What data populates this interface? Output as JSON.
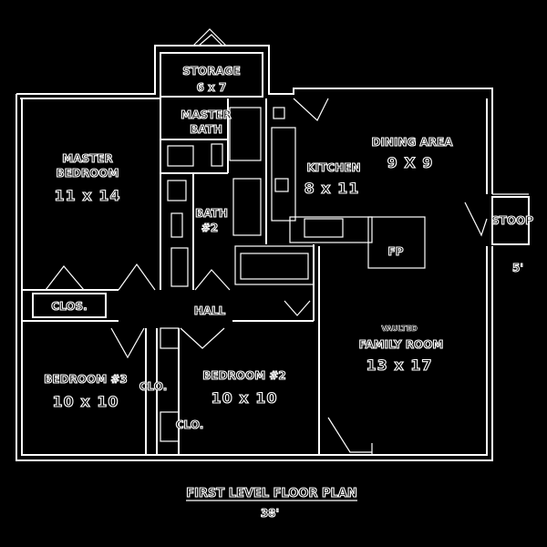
{
  "plan": {
    "title": "FIRST LEVEL FLOOR PLAN",
    "width_dim": "38'"
  },
  "rooms": {
    "storage": {
      "name": "STORAGE",
      "size": "6 x 7"
    },
    "master_bath": {
      "name_1": "MASTER",
      "name_2": "BATH"
    },
    "master_bedroom": {
      "name_1": "MASTER",
      "name_2": "BEDROOM",
      "size": "11 x 14"
    },
    "kitchen": {
      "name": "KITCHEN",
      "size": "8 x 11"
    },
    "dining": {
      "name": "DINING AREA",
      "size": "9 X 9"
    },
    "bath2": {
      "name": "BATH",
      "num": "#2"
    },
    "stoop": {
      "name": "STOOP",
      "dim": "5'"
    },
    "fp": {
      "name": "FP"
    },
    "hall": {
      "name": "HALL"
    },
    "clos": {
      "name": "CLOS."
    },
    "bedroom3": {
      "name": "BEDROOM #3",
      "size": "10 x 10"
    },
    "bedroom2": {
      "name": "BEDROOM #2",
      "size": "10 x 10"
    },
    "clo3": {
      "name": "CLO."
    },
    "clo2": {
      "name": "CLO."
    },
    "family": {
      "name_1": "VAULTED",
      "name_2": "FAMILY ROOM",
      "size": "13 x 17"
    }
  }
}
